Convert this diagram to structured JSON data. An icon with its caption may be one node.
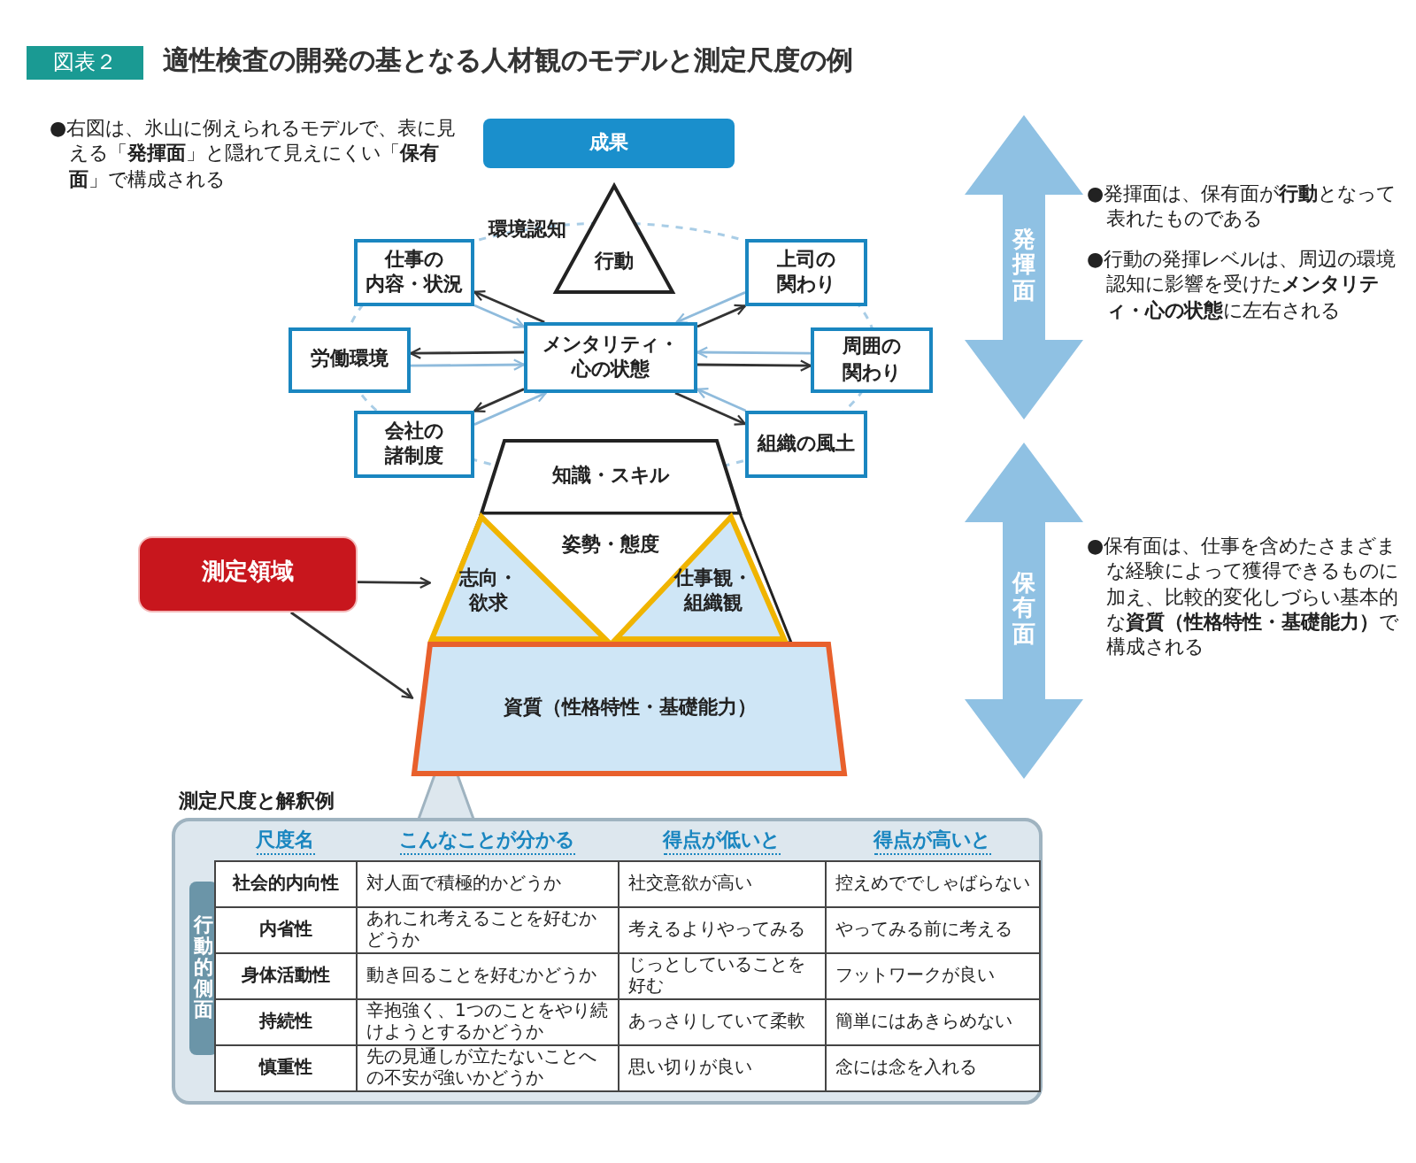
{
  "diagram": {
    "title": "適性検査の開発の基となる人材観のモデルと測定尺度の例",
    "nodes": [
      {
        "text": [
          "成果"
        ]
      },
      {
        "text": [
          "行動"
        ]
      },
      {
        "text": [
          "仕事の内容・状況"
        ]
      },
      {
        "text": [
          "上司の関わり"
        ]
      },
      {
        "text": [
          "労働環境"
        ]
      },
      {
        "text": [
          "メンタリティ・心の状態"
        ]
      },
      {
        "text": [
          "周囲の関わり"
        ]
      },
      {
        "text": [
          "会社の諸制度"
        ]
      },
      {
        "text": [
          "組織の風土"
        ]
      },
      {
        "text": [
          "知識・スキル"
        ]
      },
      {
        "text": [
          "姿勢・態度"
        ]
      },
      {
        "text": [
          "志向・欲求"
        ],
        "in": 10
      },
      {
        "text": [
          "仕事観・組織観"
        ],
        "in": 10
      },
      {
        "text": [
          "資質（性格特性・基礎能力）"
        ]
      },
      {
        "text": [
          "測定領域"
        ]
      },
      {
        "text": [
          "発揮面"
        ],
        "beside": [
          "●発揮面は、保有面が**行動**となって表れたものである",
          "●行動の発揮レベルは、周辺の環境認知に影響を受けた**メンタリティ・心の状態**に左右される"
        ]
      },
      {
        "text": [
          "保有面"
        ],
        "beside": [
          "●保有面は、仕事を含めたさまざまな経験によって獲得できるものに加え、比較的変化しづらい基本的な**資質（性格特性・基礎能力）**で構成される"
        ]
      },
      {
        "text": [
          "測定尺度と解釈例"
        ]
      }
    ],
    "edges": [
      {
        "from": 2,
        "to": 5,
        "arrow": "to",
        "color": "#8fbbdc"
      },
      {
        "from": 5,
        "to": 2,
        "arrow": "to"
      },
      {
        "from": 3,
        "to": 5,
        "arrow": "to",
        "color": "#8fbbdc"
      },
      {
        "from": 5,
        "to": 3,
        "arrow": "to"
      },
      {
        "from": 4,
        "to": 5,
        "arrow": "to",
        "color": "#8fbbdc"
      },
      {
        "from": 5,
        "to": 4,
        "arrow": "to"
      },
      {
        "from": 6,
        "to": 5,
        "arrow": "to",
        "color": "#8fbbdc"
      },
      {
        "from": 5,
        "to": 6,
        "arrow": "to"
      },
      {
        "from": 7,
        "to": 5,
        "arrow": "to",
        "color": "#8fbbdc"
      },
      {
        "from": 5,
        "to": 7,
        "arrow": "to"
      },
      {
        "from": 8,
        "to": 5,
        "arrow": "to",
        "color": "#8fbbdc"
      },
      {
        "from": 5,
        "to": 8,
        "arrow": "to"
      },
      {
        "from": 14,
        "to": 11,
        "arrow": "to"
      },
      {
        "from": 14,
        "to": 13,
        "arrow": "to"
      }
    ],
    "labels": [
      "図表２",
      "●右図は、氷山に例えられるモデルで、表に見える「**発揮面**」と隠れて見えにくい「**保有面**」で構成される",
      "環境認知",
      "行動的側面",
      "尺度名",
      "こんなことが分かる",
      "得点が低いと",
      "得点が高いと",
      "社会的内向性",
      "対人面で積極的かどうか",
      "社交意欲が高い",
      "控えめででしゃばらない",
      "内省性",
      "あれこれ考えることを好むかどうか",
      "考えるよりやってみる",
      "やってみる前に考える",
      "身体活動性",
      "動き回ることを好むかどうか",
      "じっとしていることを好む",
      "フットワークが良い",
      "持続性",
      "辛抱強く、1つのことをやり続けようとするかどうか",
      "あっさりしていて柔軟",
      "簡単にはあきらめない",
      "慎重性",
      "先の見通しが立たないことへの不安が強いかどうか",
      "思い切りが良い",
      "念には念を入れる"
    ]
  }
}
